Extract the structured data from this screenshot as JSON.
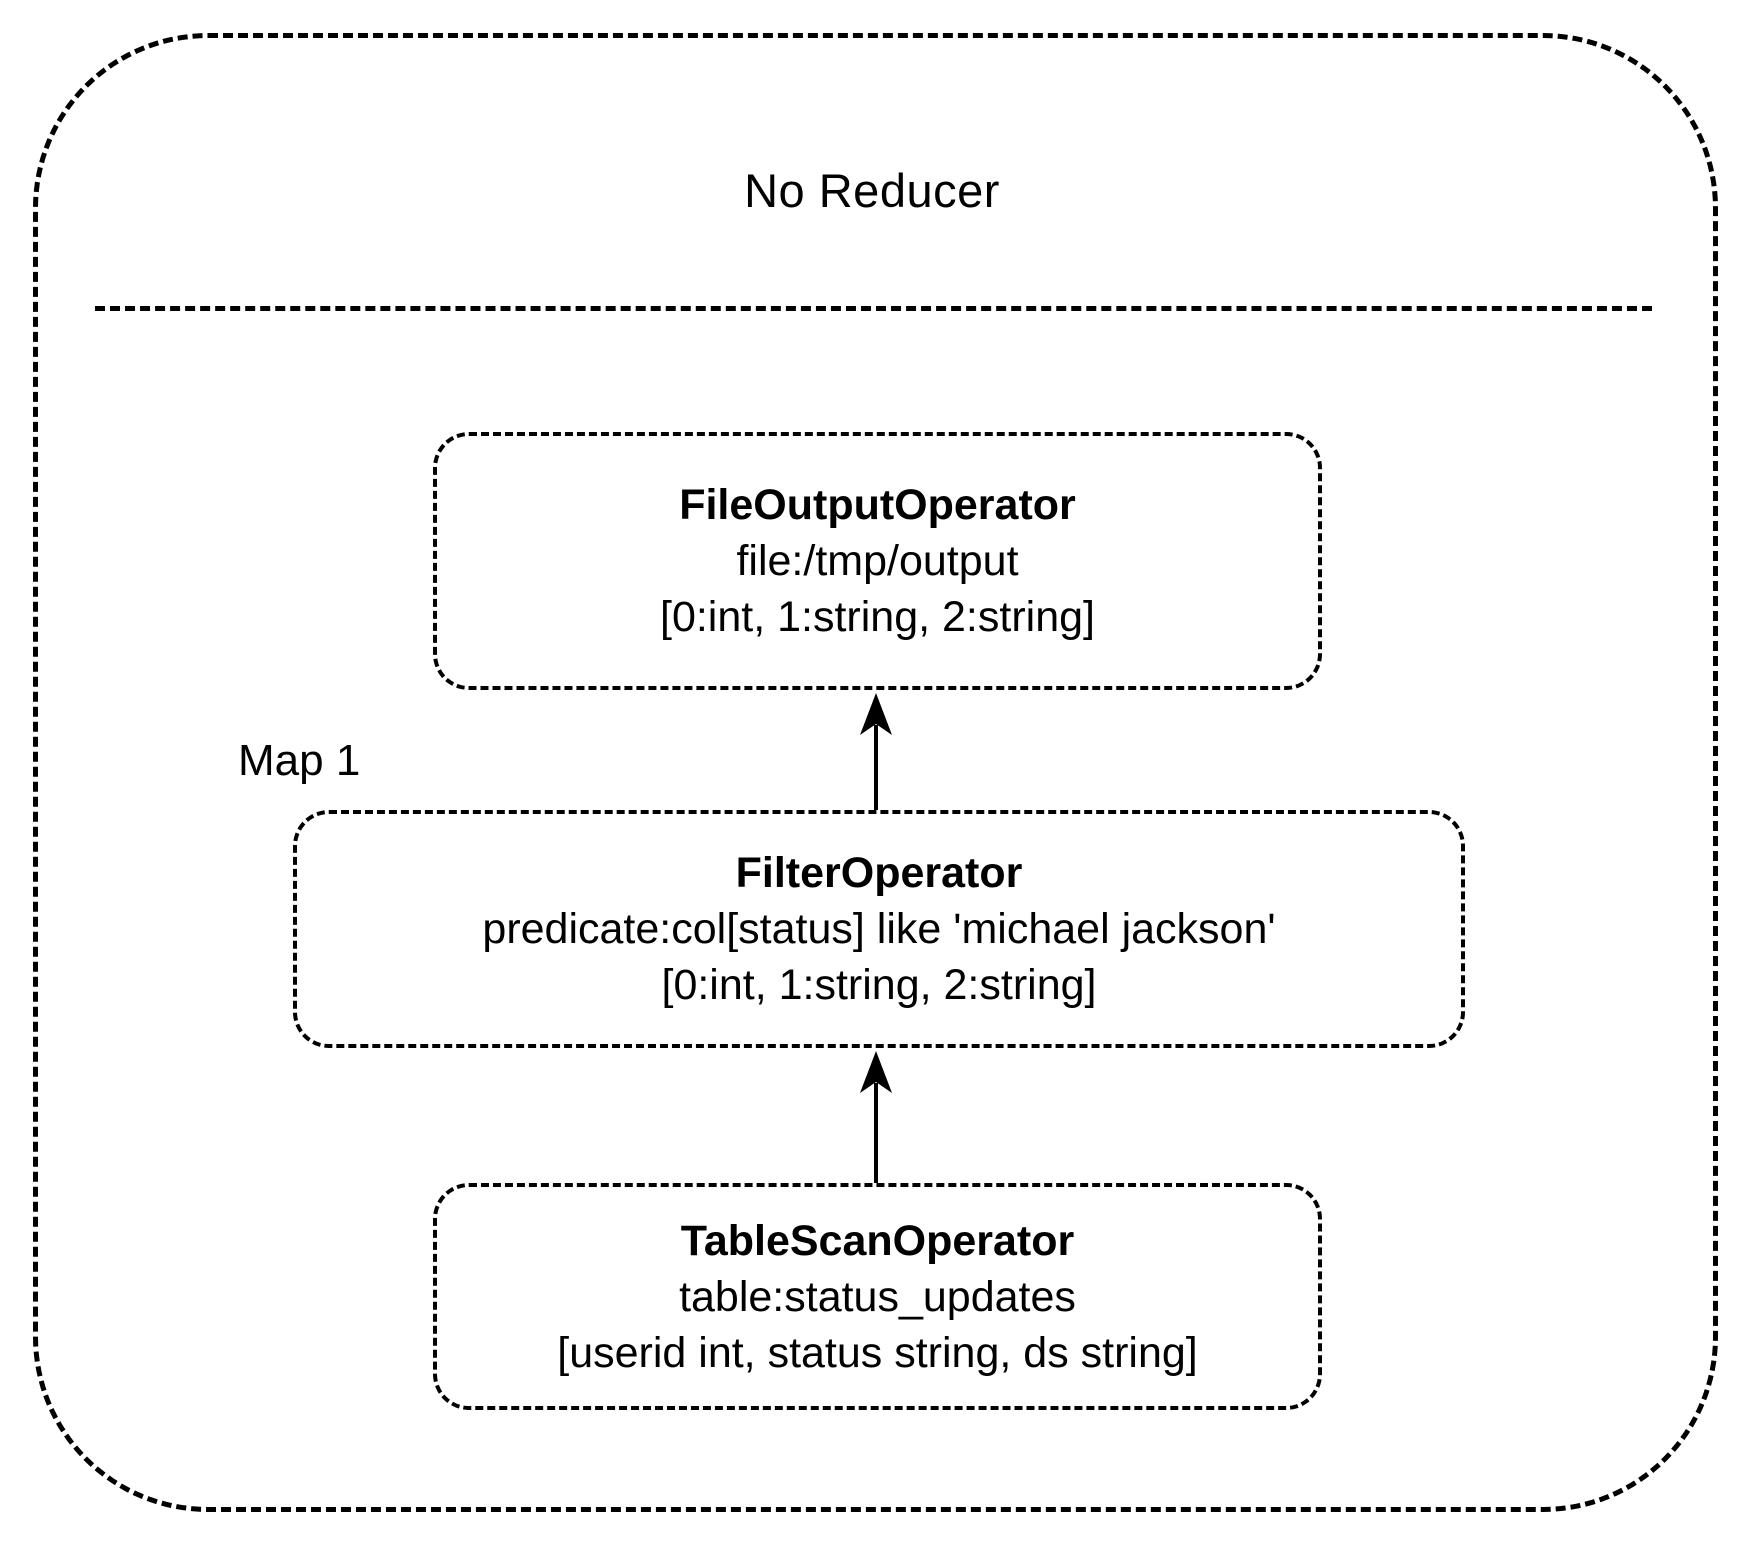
{
  "diagram": {
    "type": "query-plan",
    "stage": {
      "label": "No Reducer",
      "task_label": "Map 1"
    },
    "nodes": [
      {
        "id": "file-output",
        "title": "FileOutputOperator",
        "detail": "file:/tmp/output",
        "schema": "[0:int, 1:string, 2:string]"
      },
      {
        "id": "filter",
        "title": "FilterOperator",
        "detail": "predicate:col[status] like 'michael jackson'",
        "schema": "[0:int, 1:string, 2:string]"
      },
      {
        "id": "table-scan",
        "title": "TableScanOperator",
        "detail": "table:status_updates",
        "schema": "[userid int, status string, ds string]"
      }
    ],
    "edges": [
      {
        "from": "table-scan",
        "to": "filter"
      },
      {
        "from": "filter",
        "to": "file-output"
      }
    ],
    "colors": {
      "stroke": "#000000",
      "background": "#ffffff",
      "text": "#000000"
    }
  }
}
